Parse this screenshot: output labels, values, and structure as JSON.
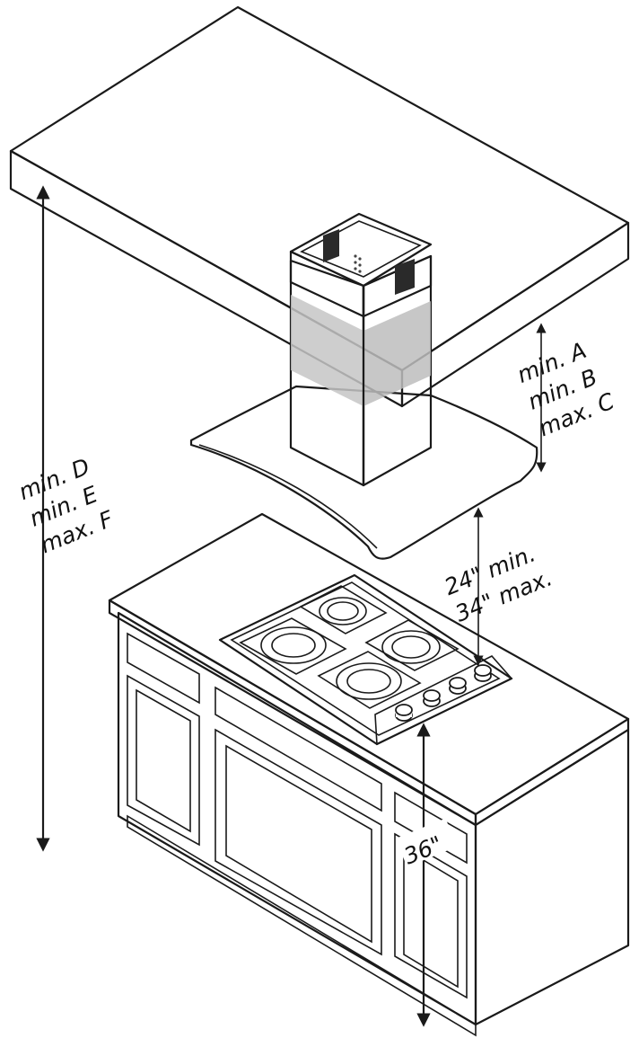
{
  "labels": {
    "left_col": [
      "min. D",
      "min. E",
      "max. F"
    ],
    "right_col": [
      "min. A",
      "min. B",
      "max. C"
    ],
    "hood_gap_min": "24\" min.",
    "hood_gap_max": "34\" max.",
    "counter_height": "36\""
  },
  "colors": {
    "ceiling_top": "#d4d4d4",
    "ceiling_side": "#c8c8c8",
    "line": "#1a1a1a",
    "background": "#ffffff"
  }
}
